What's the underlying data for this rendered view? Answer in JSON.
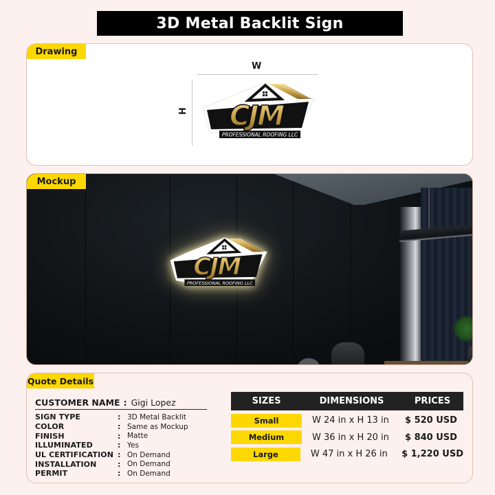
{
  "title": "3D Metal Backlit Sign",
  "drawing": {
    "label": "Drawing",
    "width_marker": "W",
    "height_marker": "H",
    "logo": {
      "main_text": "CJM",
      "sub_text": "PROFESSIONAL ROOFING LLC",
      "colors": {
        "gold": "#c9a24a",
        "gold_light": "#f1d98a",
        "black": "#111111"
      }
    }
  },
  "mockup": {
    "label": "Mockup",
    "logo": {
      "main_text": "CJM",
      "sub_text": "PROFESSIONAL ROOFING LLC"
    }
  },
  "quote": {
    "label": "Quote Details",
    "customer": {
      "label": "CUSTOMER NAME",
      "value": "Gigi Lopez"
    },
    "details": [
      {
        "label": "SIGN TYPE",
        "value": "3D Metal Backlit"
      },
      {
        "label": "COLOR",
        "value": "Same as Mockup"
      },
      {
        "label": "FINISH",
        "value": "Matte"
      },
      {
        "label": "ILLUMINATED",
        "value": "Yes"
      },
      {
        "label": "UL CERTIFICATION",
        "value": "On Demand"
      },
      {
        "label": "INSTALLATION",
        "value": "On Demand"
      },
      {
        "label": "PERMIT",
        "value": "On Demand"
      }
    ],
    "price_table": {
      "headers": {
        "size": "SIZES",
        "dimensions": "DIMENSIONS",
        "price": "PRICES"
      },
      "rows": [
        {
          "size": "Small",
          "dimensions": "W 24 in x H 13 in",
          "price": "$ 520 USD"
        },
        {
          "size": "Medium",
          "dimensions": "W 36 in x H 20 in",
          "price": "$ 840 USD"
        },
        {
          "size": "Large",
          "dimensions": "W 47 in x H 26 in",
          "price": "$ 1,220 USD"
        }
      ]
    }
  },
  "colors": {
    "accent_yellow": "#fdd800",
    "background": "#fdf1ef",
    "title_bg": "#000000",
    "table_header_bg": "#222222"
  }
}
